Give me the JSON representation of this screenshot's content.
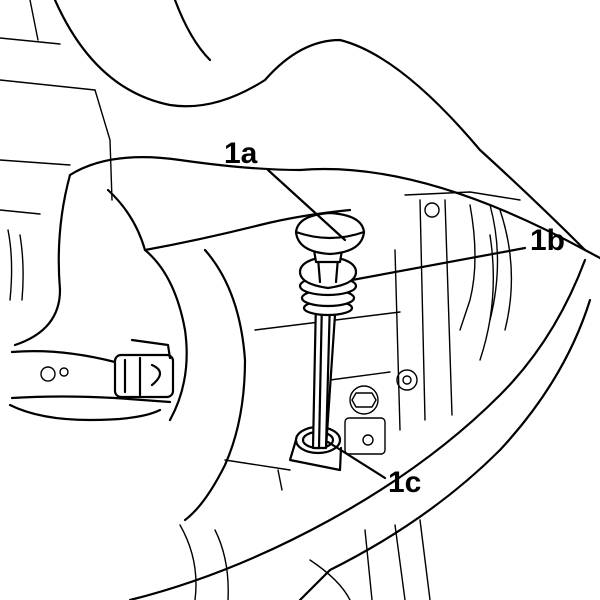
{
  "labels": {
    "a": "1a",
    "b": "1b",
    "c": "1c"
  },
  "colors": {
    "ink": "#000000",
    "paper": "#ffffff"
  }
}
